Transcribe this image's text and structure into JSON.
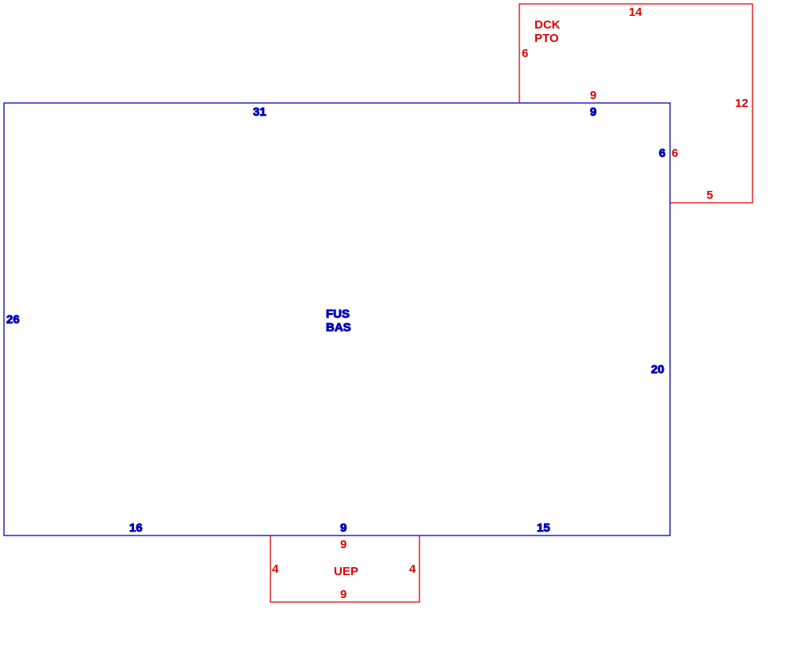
{
  "colors": {
    "main": "#0000bb",
    "addition": "#dd0000",
    "background": "#ffffff"
  },
  "main_area": {
    "label_line1": "FUS",
    "label_line2": "BAS",
    "dims": {
      "top_left": "31",
      "top_right": "9",
      "left": "26",
      "right_upper": "6",
      "right_lower": "20",
      "bottom_left": "16",
      "bottom_mid": "9",
      "bottom_right": "15"
    }
  },
  "deck_area": {
    "label_line1": "DCK",
    "label_line2": "PTO",
    "dims": {
      "top": "14",
      "left": "6",
      "bottom_left": "9",
      "right": "12",
      "inner_left": "6",
      "bottom_right": "5"
    }
  },
  "porch_area": {
    "label": "UEP",
    "dims": {
      "top": "9",
      "left": "4",
      "right": "4",
      "bottom": "9"
    }
  }
}
